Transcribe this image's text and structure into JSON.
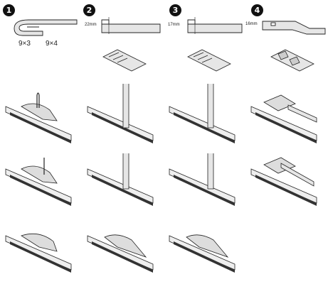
{
  "steps": [
    {
      "number": "1",
      "sizes": [
        "9×3",
        "9×4"
      ]
    },
    {
      "number": "2",
      "measure": "22mm"
    },
    {
      "number": "3",
      "measure": "17mm"
    },
    {
      "number": "4",
      "measure": "16mm"
    }
  ],
  "colors": {
    "ink": "#222222",
    "arm_fill": "#d9d9d9",
    "blade_fill": "#e6e6e6",
    "badge": "#111111"
  }
}
